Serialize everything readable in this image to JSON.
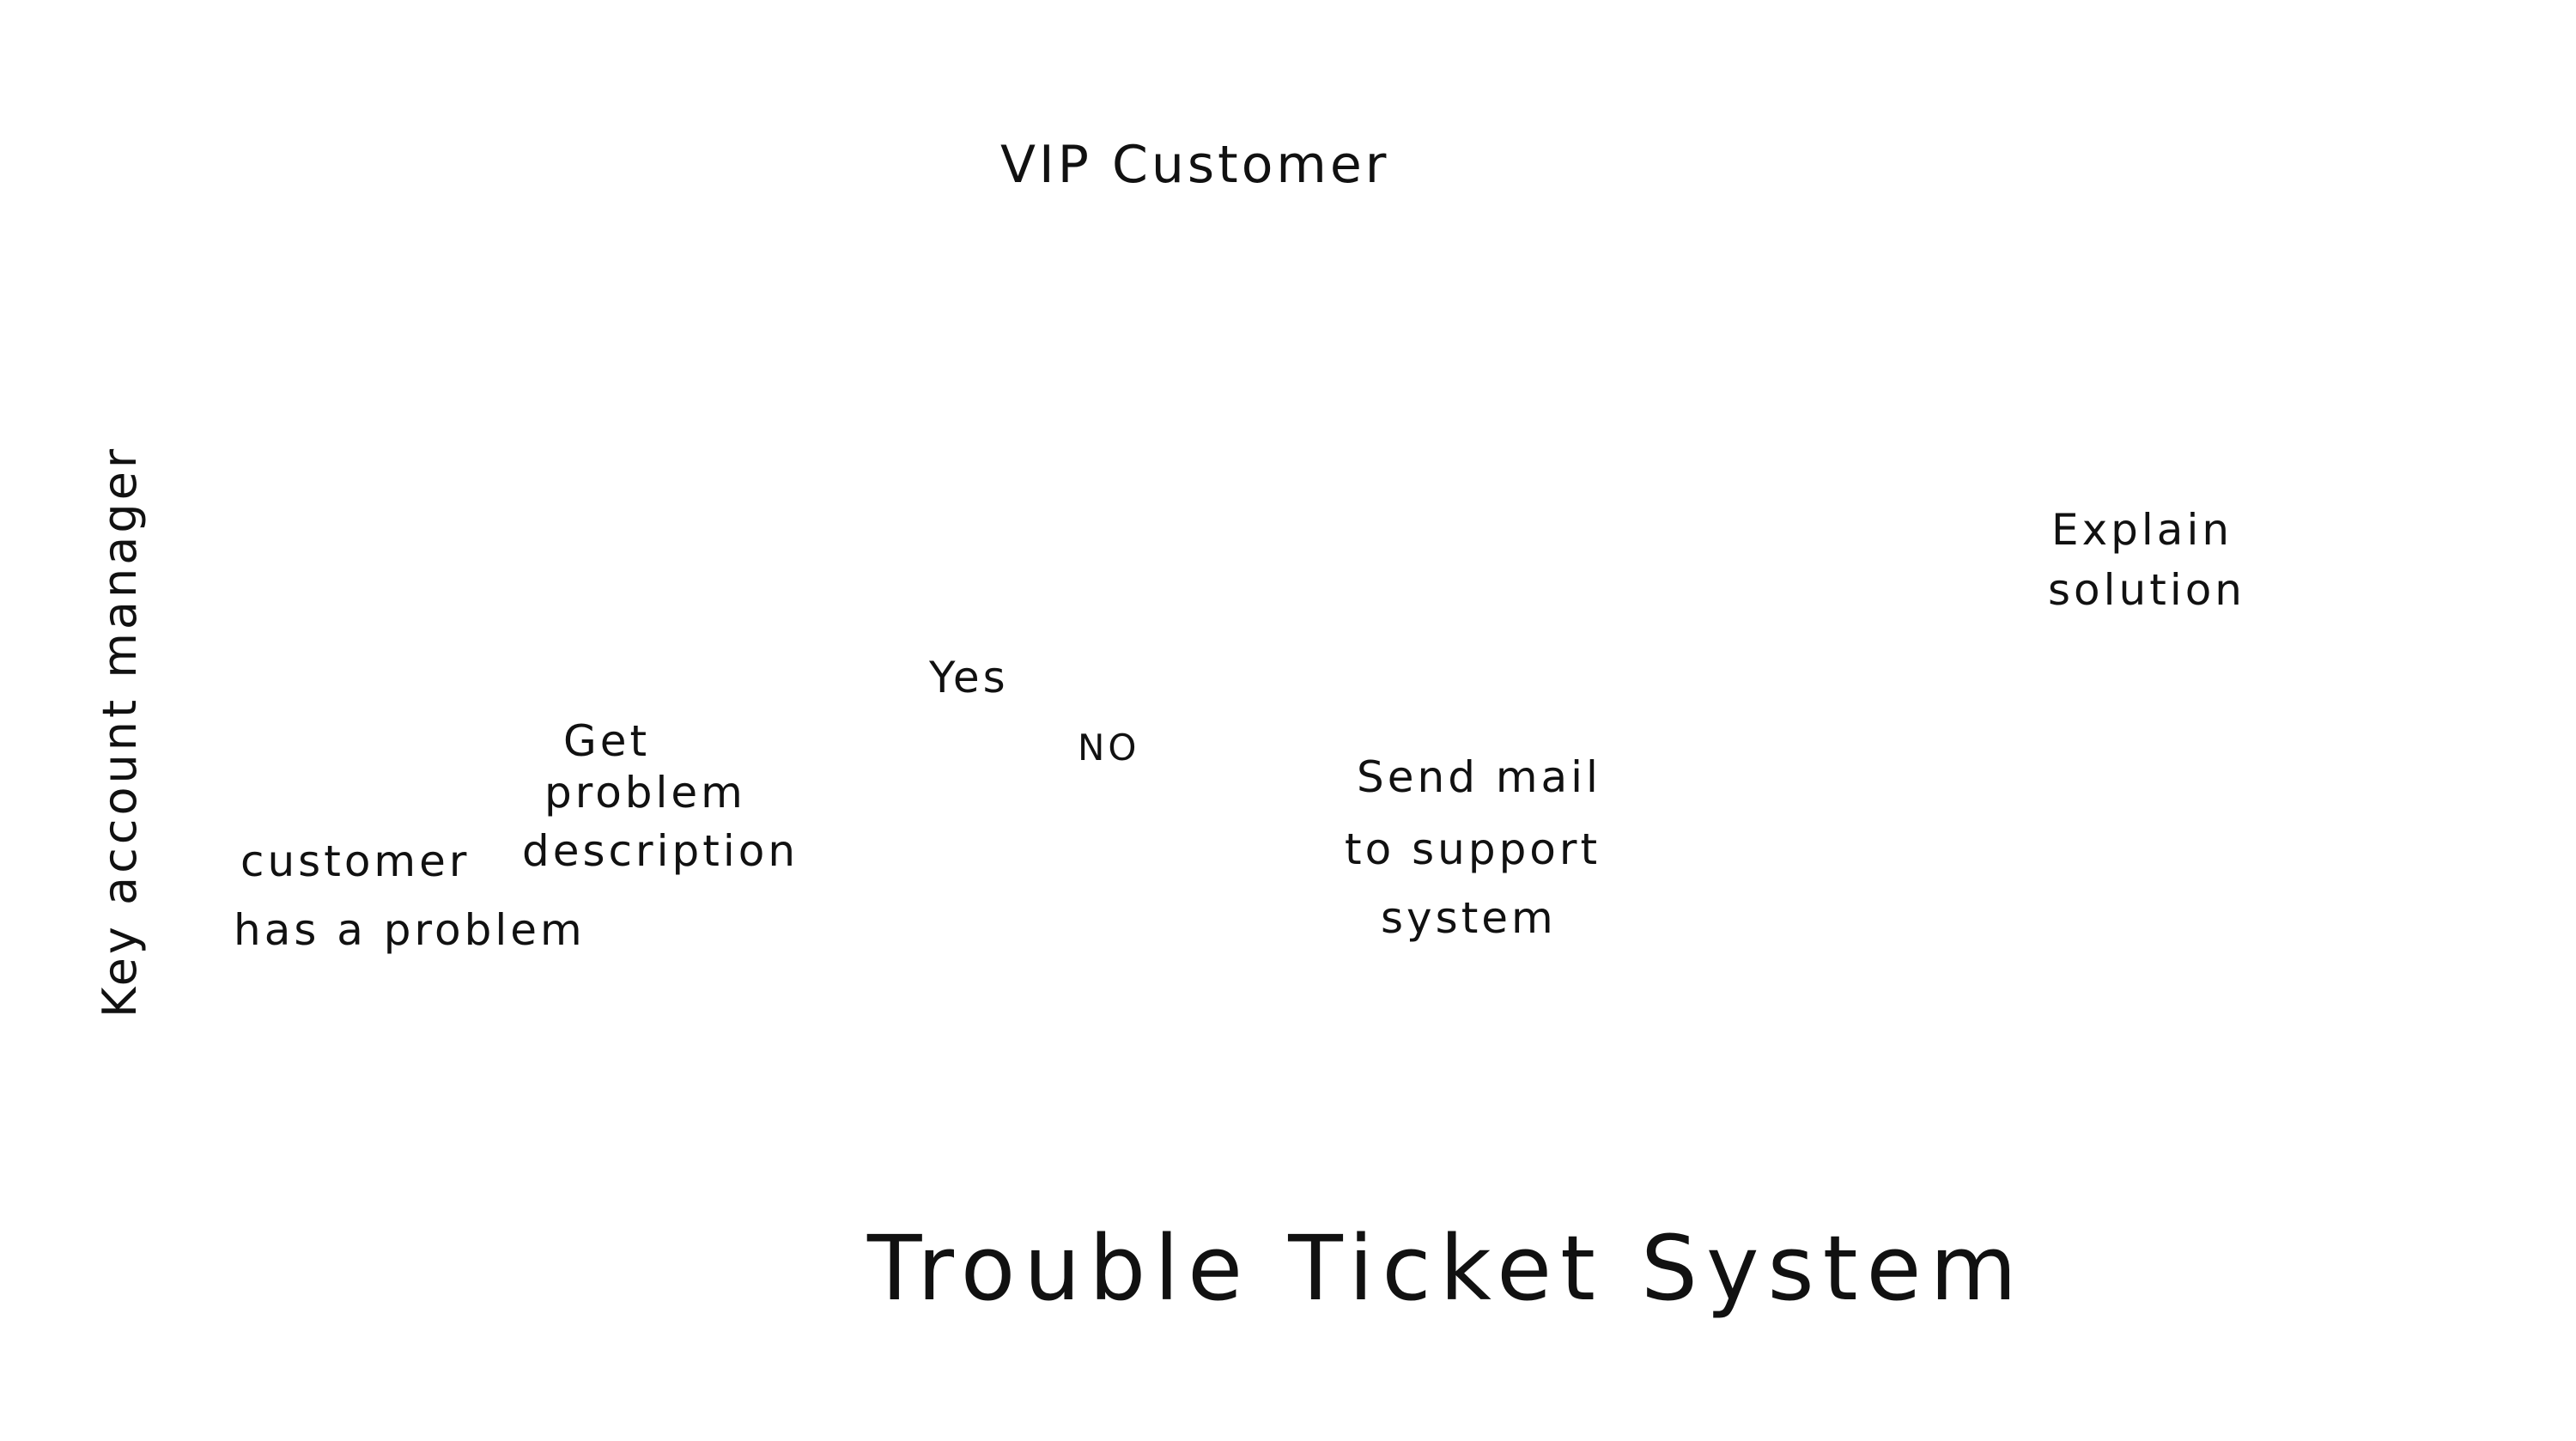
{
  "lanes": {
    "top": "VIP Customer",
    "left": "Key account manager",
    "bottom": "Trouble Ticket System"
  },
  "nodes": {
    "customer_problem": [
      "customer",
      "has a problem"
    ],
    "get_description": [
      "Get",
      "problem",
      "description"
    ],
    "send_mail": [
      "Send mail",
      "to support",
      "system"
    ],
    "explain_solution": [
      "Explain",
      "solution"
    ]
  },
  "branches": {
    "yes": "Yes",
    "no": "NO"
  }
}
